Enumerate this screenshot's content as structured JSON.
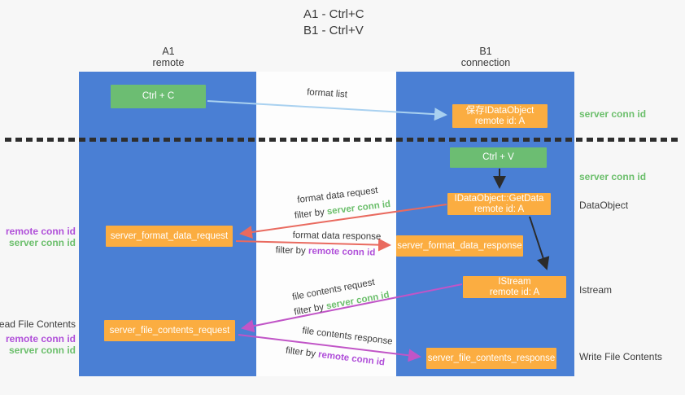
{
  "title": {
    "line1": "A1 - Ctrl+C",
    "line2": "B1 - Ctrl+V"
  },
  "columns": {
    "a1": {
      "id": "A1",
      "subtitle": "remote"
    },
    "b1": {
      "id": "B1",
      "subtitle": "connection"
    }
  },
  "nodes": {
    "ctrl_c": "Ctrl + C",
    "ctrl_v": "Ctrl + V",
    "save_dataobject": {
      "line1": "保存IDataObject",
      "line2": "remote id: A"
    },
    "getdata": {
      "line1": "IDataObject::GetData",
      "line2": "remote id: A"
    },
    "istream": {
      "line1": "IStream",
      "line2": "remote id: A"
    },
    "format_request": "server_format_data_request",
    "format_response": "server_format_data_response",
    "file_request": "server_file_contents_request",
    "file_response": "server_file_contents_response"
  },
  "arrow_labels": {
    "format_list": "format list",
    "format_data_request": "format data request",
    "format_data_response": "format data response",
    "file_contents_request": "file contents request",
    "file_contents_response": "file contents response",
    "filter_by": "filter by ",
    "server_conn_id": "server conn id",
    "remote_conn_id": "remote conn id"
  },
  "side_labels": {
    "left": [
      {
        "text": "remote conn id",
        "color": "purple"
      },
      {
        "text": "server conn id",
        "color": "green"
      },
      {
        "text": "Read File Contents",
        "color": "dark"
      },
      {
        "text": "remote conn id",
        "color": "purple"
      },
      {
        "text": "server conn id",
        "color": "green"
      }
    ],
    "right": [
      {
        "text": "server conn id",
        "color": "green"
      },
      {
        "text": "server conn id",
        "color": "green"
      },
      {
        "text": "DataObject",
        "color": "dark"
      },
      {
        "text": "Istream",
        "color": "dark"
      },
      {
        "text": "Write File Contents",
        "color": "dark"
      }
    ]
  },
  "colors": {
    "lane_blue": "#4a7fd4",
    "node_green": "#6cbd72",
    "node_orange": "#fbad41",
    "arrow_light_blue": "#a9d1f0",
    "arrow_red": "#e96a5f",
    "arrow_magenta": "#c155c7",
    "arrow_black": "#2b2b2b",
    "text_green": "#6cbf6c",
    "text_purple": "#b04fd9"
  }
}
